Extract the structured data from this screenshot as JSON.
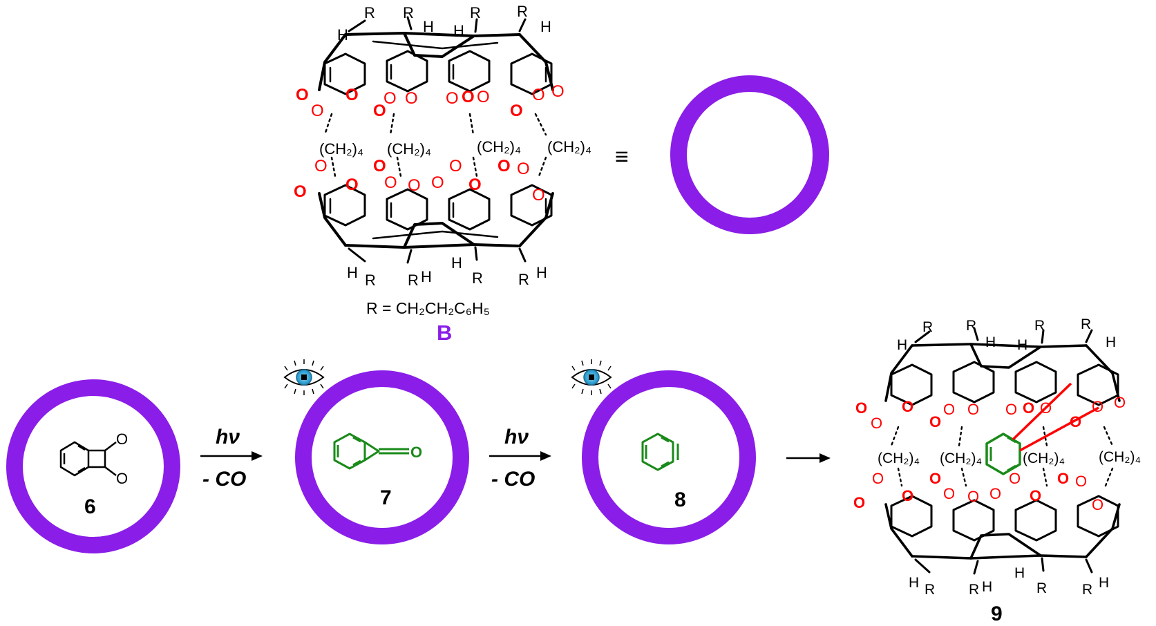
{
  "host": {
    "label": "B",
    "r_def": "R = CH₂CH₂C₆H₅",
    "equiv": "≡",
    "linker": "(CH₂)₄",
    "atom_o": "O",
    "atom_r": "R",
    "atom_h": "H"
  },
  "compounds": [
    {
      "id": "6",
      "atom": "O"
    },
    {
      "id": "7",
      "atom": "O"
    },
    {
      "id": "8"
    },
    {
      "id": "9"
    }
  ],
  "steps": [
    {
      "top": "hν",
      "bottom": "- CO"
    },
    {
      "top": "hν",
      "bottom": "- CO"
    }
  ],
  "observe_icon": "eye-icon",
  "colors": {
    "ring": "#8a1ee8",
    "guest": "#1a8a1a",
    "oxygen": "#ff0000",
    "bond": "#000000"
  }
}
